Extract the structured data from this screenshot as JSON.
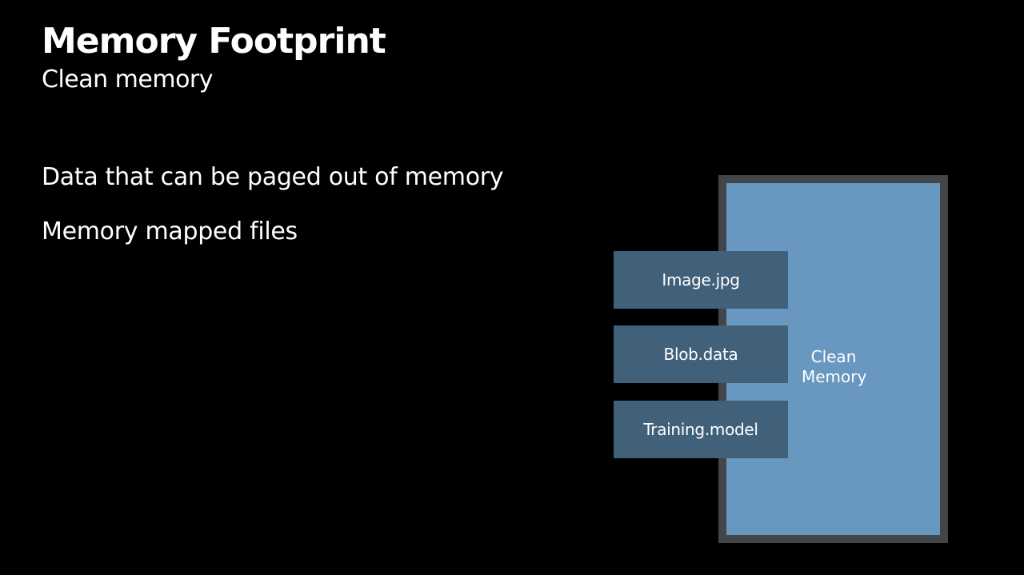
{
  "slide": {
    "title": "Memory Footprint",
    "subtitle": "Clean memory",
    "bullets": [
      "Data that can be paged out of memory",
      "Memory mapped files"
    ]
  },
  "diagram": {
    "memory_label_line1": "Clean",
    "memory_label_line2": "Memory",
    "files": [
      "Image.jpg",
      "Blob.data",
      "Training.model"
    ],
    "colors": {
      "background": "#000000",
      "memory_border": "#424549",
      "memory_fill": "#6897bf",
      "file_box": "#41617b"
    }
  }
}
